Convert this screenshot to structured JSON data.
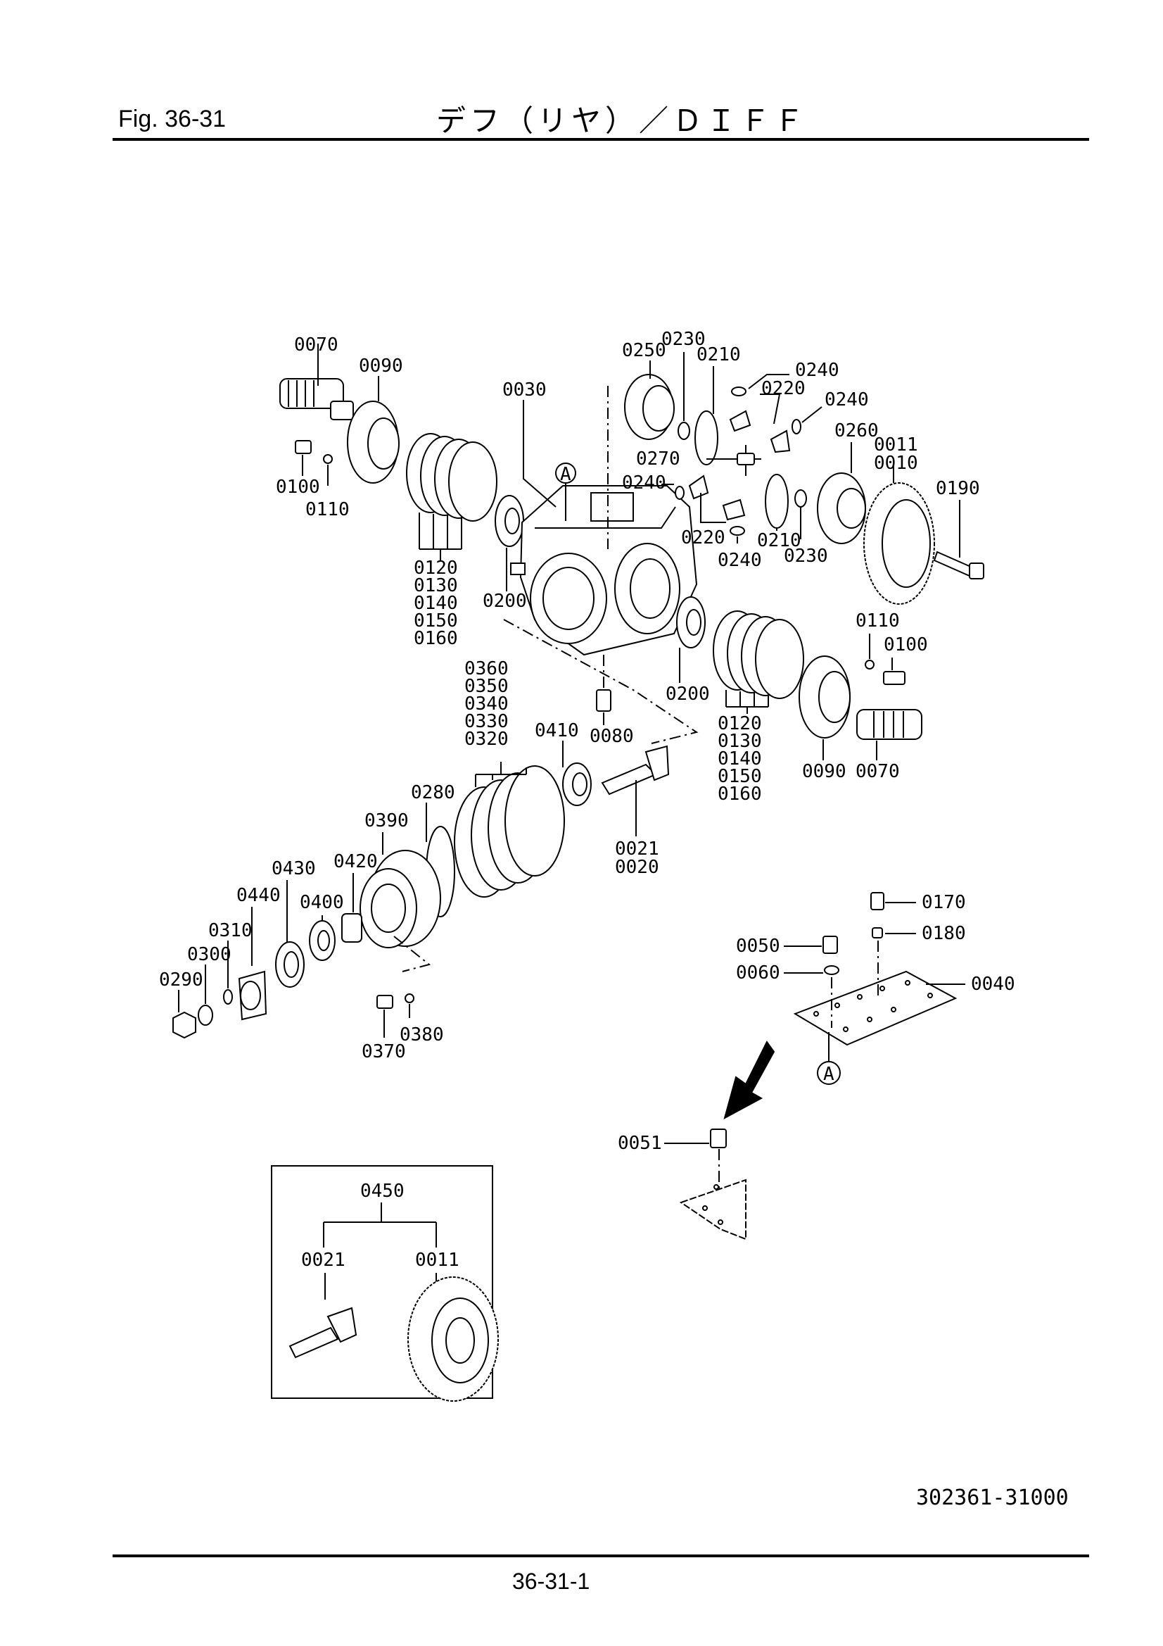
{
  "header": {
    "figure": "Fig.  36-31",
    "title": "デフ（リヤ）／ＤＩＦＦ"
  },
  "footer": {
    "drawing_number": "302361-31000",
    "page_number": "36-31-1"
  },
  "callouts": {
    "c0070a": "0070",
    "c0090a": "0090",
    "c0030": "0030",
    "c0250": "0250",
    "c0230a": "0230",
    "c0210a": "0210",
    "c0240a": "0240",
    "c0220a": "0220",
    "c0240b": "0240",
    "c0260": "0260",
    "c0011a": "0011",
    "c0010": "0010",
    "c0190": "0190",
    "c0270": "0270",
    "c0240c": "0240",
    "c0220b": "0220",
    "c0210b": "0210",
    "c0230b": "0230",
    "c0240d": "0240",
    "c0100a": "0100",
    "c0110a": "0110",
    "c0200a": "0200",
    "c0110b": "0110",
    "c0100b": "0100",
    "c0200b": "0200",
    "c0090b": "0090",
    "c0070b": "0070",
    "c0080": "0080",
    "c0410": "0410",
    "c0021a": "0021",
    "c0020": "0020",
    "c0280": "0280",
    "c0390": "0390",
    "c0420": "0420",
    "c0430": "0430",
    "c0400": "0400",
    "c0440": "0440",
    "c0310": "0310",
    "c0300": "0300",
    "c0290": "0290",
    "c0370": "0370",
    "c0380": "0380",
    "c0170": "0170",
    "c0180": "0180",
    "c0050": "0050",
    "c0060": "0060",
    "c0040": "0040",
    "c0051": "0051",
    "c0450": "0450",
    "c0021b": "0021",
    "c0011b": "0011"
  },
  "stacks": {
    "shim_left": [
      "0120",
      "0130",
      "0140",
      "0150",
      "0160"
    ],
    "shim_right": [
      "0120",
      "0130",
      "0140",
      "0150",
      "0160"
    ],
    "shim_pinion": [
      "0360",
      "0350",
      "0340",
      "0330",
      "0320"
    ]
  },
  "markers": {
    "ref_a_top": "A",
    "ref_a_bottom": "A"
  }
}
